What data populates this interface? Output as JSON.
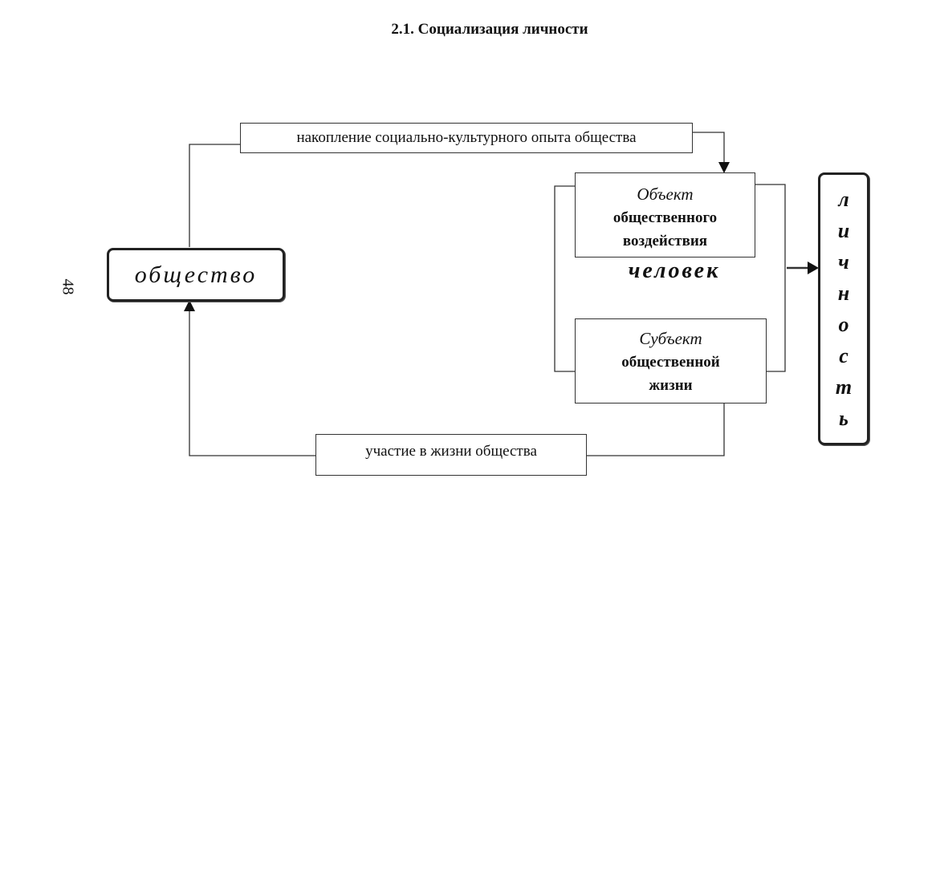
{
  "page": {
    "title": "2.1. Социализация личности",
    "page_number": "48"
  },
  "diagram": {
    "top_flow_label": "накопление социально-культурного опыта общества",
    "bottom_flow_label": "участие в жизни общества",
    "society_label": "общество",
    "object_box": {
      "line1": "Объект",
      "line2": "общественного",
      "line3": "воздействия"
    },
    "person_label": "человек",
    "subject_box": {
      "line1": "Субъект",
      "line2": "общественной",
      "line3": "жизни"
    },
    "personality_letters": [
      "л",
      "и",
      "ч",
      "н",
      "о",
      "с",
      "т",
      "ь"
    ]
  }
}
